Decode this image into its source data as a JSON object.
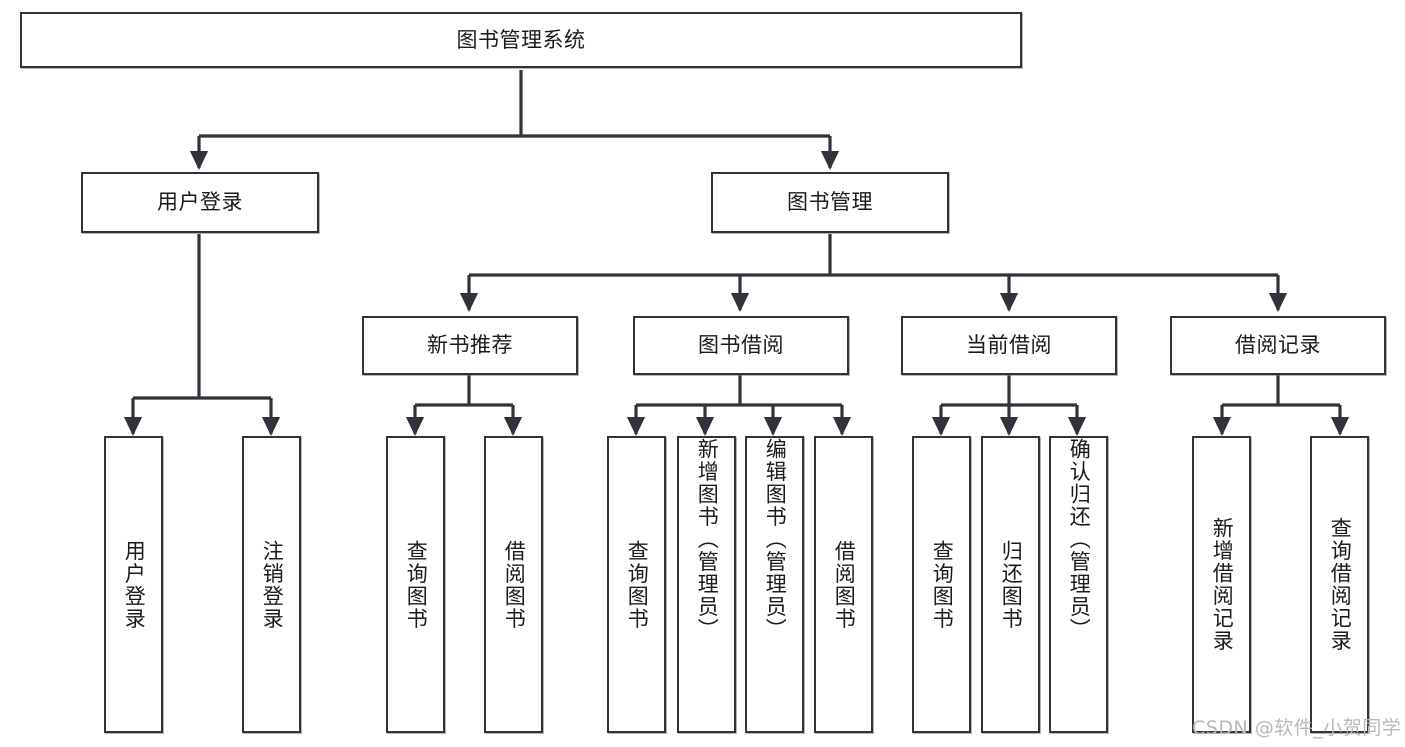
{
  "diagram": {
    "title": "图书管理系统",
    "type": "hierarchy-tree",
    "watermark": "CSDN @软件_小贺同学",
    "colors": {
      "stroke": "#32323a",
      "fill": "#ffffff",
      "text": "#1b1b1b",
      "watermark": "#b9b9bd"
    },
    "levels": {
      "root": {
        "label": "图书管理系统"
      },
      "level2": [
        {
          "label": "用户登录"
        },
        {
          "label": "图书管理"
        }
      ],
      "level3": [
        {
          "label": "新书推荐"
        },
        {
          "label": "图书借阅"
        },
        {
          "label": "当前借阅"
        },
        {
          "label": "借阅记录"
        }
      ],
      "level4": [
        {
          "label": "用户登录",
          "parent": "用户登录"
        },
        {
          "label": "注销登录",
          "parent": "用户登录"
        },
        {
          "label": "查询图书",
          "parent": "新书推荐"
        },
        {
          "label": "借阅图书",
          "parent": "新书推荐"
        },
        {
          "label": "查询图书",
          "parent": "图书借阅"
        },
        {
          "label": "新增图书（管理员）",
          "parent": "图书借阅"
        },
        {
          "label": "编辑图书（管理员）",
          "parent": "图书借阅"
        },
        {
          "label": "借阅图书",
          "parent": "图书借阅"
        },
        {
          "label": "查询图书",
          "parent": "当前借阅"
        },
        {
          "label": "归还图书",
          "parent": "当前借阅"
        },
        {
          "label": "确认归还（管理员）",
          "parent": "当前借阅"
        },
        {
          "label": "新增借阅记录",
          "parent": "借阅记录"
        },
        {
          "label": "查询借阅记录",
          "parent": "借阅记录"
        }
      ]
    }
  }
}
